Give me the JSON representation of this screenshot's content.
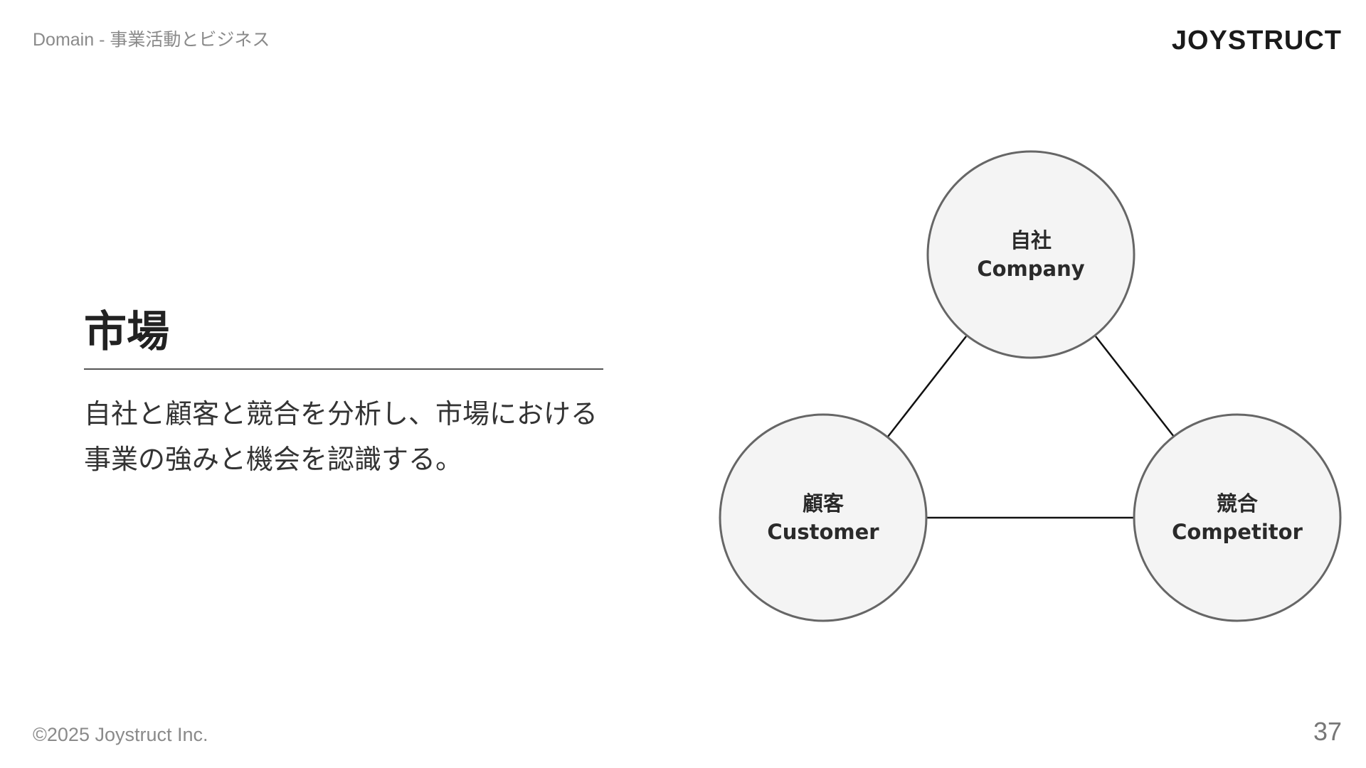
{
  "header": {
    "breadcrumb": "Domain - 事業活動とビジネス",
    "logo": "JOYSTRUCT"
  },
  "main": {
    "title": "市場",
    "description": "自社と顧客と競合を分析し、市場における事業の強みと機会を認識する。"
  },
  "diagram": {
    "nodes": [
      {
        "id": "company",
        "label_ja": "自社",
        "label_en": "Company"
      },
      {
        "id": "customer",
        "label_ja": "顧客",
        "label_en": "Customer"
      },
      {
        "id": "competitor",
        "label_ja": "競合",
        "label_en": "Competitor"
      }
    ],
    "edges": [
      [
        "company",
        "customer"
      ],
      [
        "company",
        "competitor"
      ],
      [
        "customer",
        "competitor"
      ]
    ]
  },
  "footer": {
    "copyright": "©2025 Joystruct Inc.",
    "page_number": "37"
  }
}
